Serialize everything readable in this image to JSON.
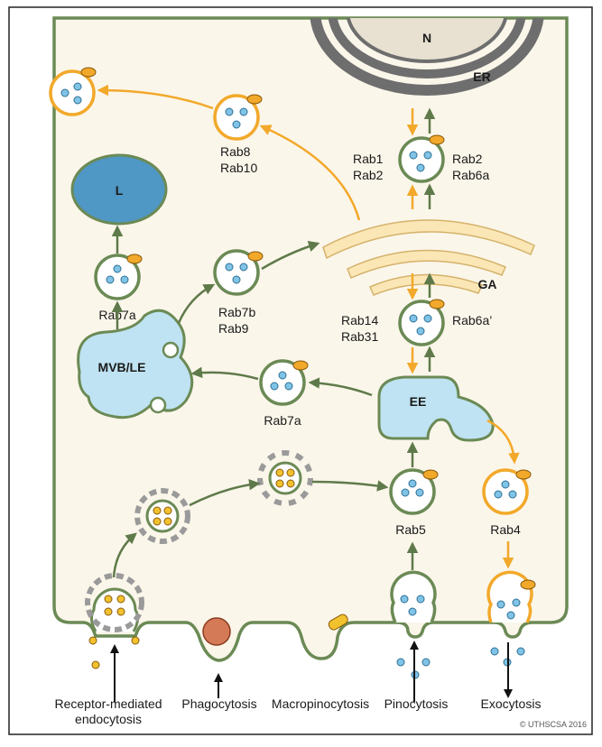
{
  "organelles": {
    "nucleus": "N",
    "er": "ER",
    "golgi": "GA",
    "lysosome": "L",
    "mvb_le": "MVB/LE",
    "early_endosome": "EE"
  },
  "rab_labels": {
    "rab1_rab2": [
      "Rab1",
      "Rab2"
    ],
    "rab2_rab6a": [
      "Rab2",
      "Rab6a"
    ],
    "rab8_rab10": [
      "Rab8",
      "Rab10"
    ],
    "rab7a_top": "Rab7a",
    "rab7b_rab9": [
      "Rab7b",
      "Rab9"
    ],
    "rab14_rab31": [
      "Rab14",
      "Rab31"
    ],
    "rab6a_prime": "Rab6a’",
    "rab7a_mid": "Rab7a",
    "rab5": "Rab5",
    "rab4": "Rab4"
  },
  "processes": {
    "receptor_mediated": [
      "Receptor-mediated",
      "endocytosis"
    ],
    "phagocytosis": "Phagocytosis",
    "macropinocytosis": "Macropinocytosis",
    "pinocytosis": "Pinocytosis",
    "exocytosis": "Exocytosis"
  },
  "copyright": "© UTHSCSA 2016",
  "colors": {
    "membrane": "#6b8a55",
    "cytoplasm": "#fbf6ea",
    "rab_protein": "#f2a92b",
    "cargo": "#7fc3e6",
    "organelle_fill": "#bfe3f2",
    "golgi": "#fbe6b6",
    "er": "#6e6e6e",
    "nucleus": "#e8e1d2"
  }
}
